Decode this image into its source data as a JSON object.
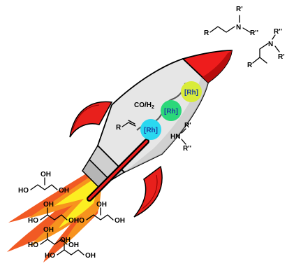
{
  "colors": {
    "rocket_body": "#e6e6e6",
    "rocket_outline": "#000000",
    "nose": "#ee1c1c",
    "fins": "#e8201c",
    "window_dark": "#222222",
    "flame_outer": "#f15a24",
    "flame_mid": "#f7931e",
    "flame_inner": "#fcee21",
    "rh_green_light": "#d9ec3a",
    "rh_green": "#2bd87a",
    "rh_cyan": "#2ad8f0",
    "rh_label": "#1a3fa0"
  },
  "catalysts": [
    {
      "label": "[Rh]",
      "color": "#d9ec3a"
    },
    {
      "label": "[Rh]",
      "color": "#2bd87a"
    },
    {
      "label": "[Rh]",
      "color": "#2ad8f0"
    }
  ],
  "reagent": {
    "label": "CO/H2",
    "text": "CO/H",
    "subscript": "2"
  },
  "substituent": {
    "R": "R",
    "N": "N",
    "H": "H",
    "R1": "R'",
    "R2": "R''"
  },
  "products": {
    "linear": {
      "R": "R",
      "N": "N",
      "R1": "R'",
      "R2": "R''"
    },
    "branched": {
      "R": "R",
      "N": "N",
      "R1": "R'",
      "R2": "R''"
    }
  },
  "amine_reagent": {
    "HN": "HN",
    "R1": "R'",
    "R2": "R''"
  },
  "glycerol": {
    "OH": "OH",
    "HO": "HO"
  }
}
